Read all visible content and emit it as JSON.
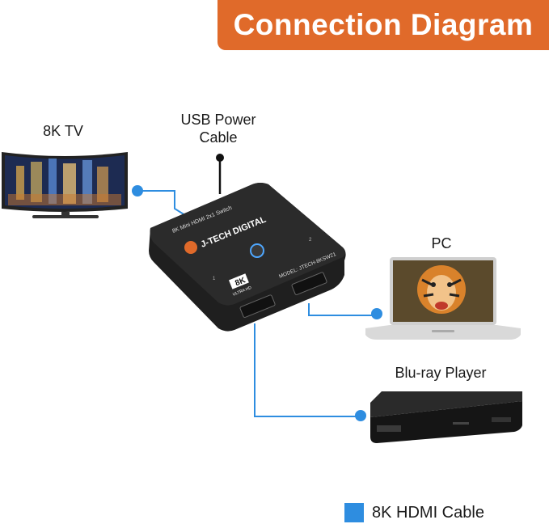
{
  "title": "Connection Diagram",
  "labels": {
    "tv": "8K TV",
    "usb_line1": "USB Power",
    "usb_line2": "Cable",
    "pc": "PC",
    "bluray": "Blu-ray Player"
  },
  "device": {
    "model_name": "8K Mini HDMI 2x1 Switch",
    "brand": "J-TECH DIGITAL",
    "model_number": "MODEL: JTECH-8KSW21",
    "badge_top": "8K",
    "badge_bottom": "ULTRA HD",
    "port1": "1",
    "port2": "2"
  },
  "legend": {
    "label": "8K HDMI Cable",
    "color": "#2e8de0"
  },
  "colors": {
    "banner": "#e06a2a",
    "cable": "#2e8de0",
    "device_body": "#2b2b2b"
  }
}
